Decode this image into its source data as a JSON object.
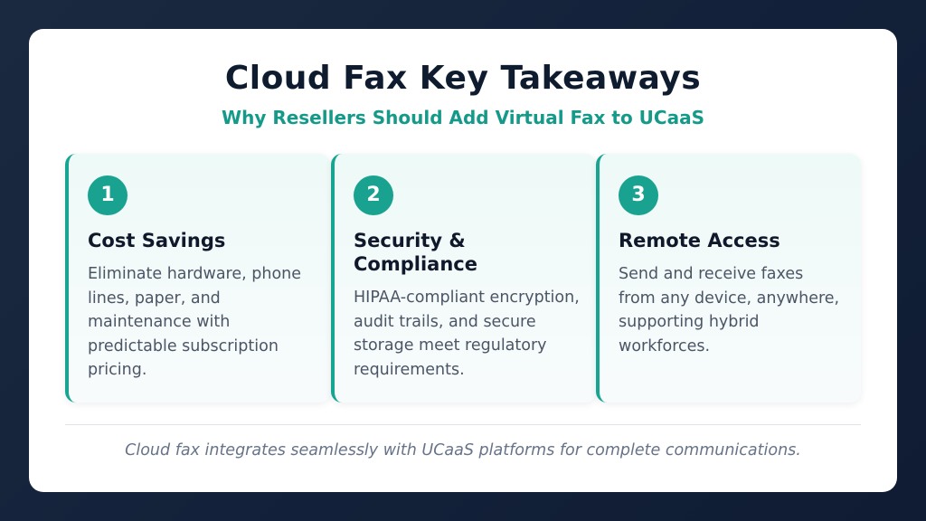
{
  "header": {
    "title": "Cloud Fax Key Takeaways",
    "subtitle": "Why Resellers Should Add Virtual Fax to UCaaS"
  },
  "colors": {
    "accent": "#18a28f",
    "title": "#0f1c30",
    "subtitle": "#159a8a",
    "body_text": "#4c5566",
    "background": "#13213a"
  },
  "takeaways": [
    {
      "number": "1",
      "title": "Cost Savings",
      "body": "Eliminate hardware, phone lines, paper, and maintenance with predictable subscription pricing."
    },
    {
      "number": "2",
      "title": "Security & Compliance",
      "body": "HIPAA-compliant encryption, audit trails, and secure storage meet regulatory requirements."
    },
    {
      "number": "3",
      "title": "Remote Access",
      "body": "Send and receive faxes from any device, anywhere, supporting hybrid workforces."
    }
  ],
  "footer": {
    "text": "Cloud fax integrates seamlessly with UCaaS platforms for complete communications."
  }
}
